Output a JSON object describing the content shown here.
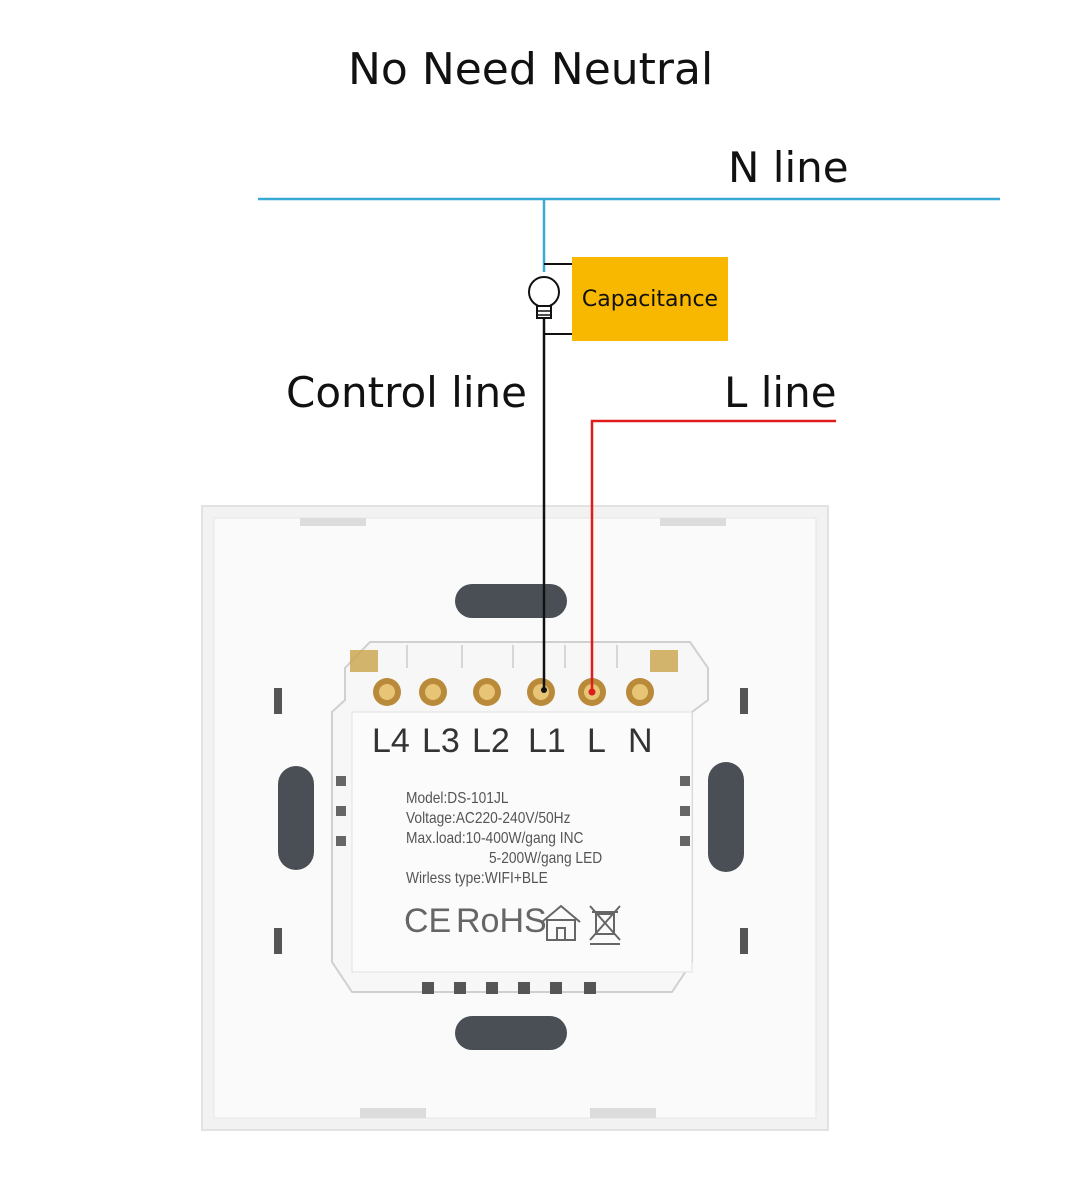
{
  "diagram": {
    "title": "No Need Neutral",
    "n_line_label": "N line",
    "control_line_label": "Control line",
    "l_line_label": "L line",
    "capacitance_label": "Capacitance"
  },
  "terminals": [
    "L4",
    "L3",
    "L2",
    "L1",
    "L",
    "N"
  ],
  "specs": {
    "model": "Model:DS-101JL",
    "voltage": "Voltage:AC220-240V/50Hz",
    "maxload_1": "Max.load:10-400W/gang  INC",
    "maxload_2": "5-200W/gang  LED",
    "wireless": "Wirless type:WIFI+BLE"
  },
  "marks": {
    "ce": "CE",
    "rohs": "RoHS"
  },
  "colors": {
    "n_line": "#39a9d6",
    "l_line": "#e01b1b",
    "control_line": "#111111",
    "capacitance": "#f8b800"
  }
}
